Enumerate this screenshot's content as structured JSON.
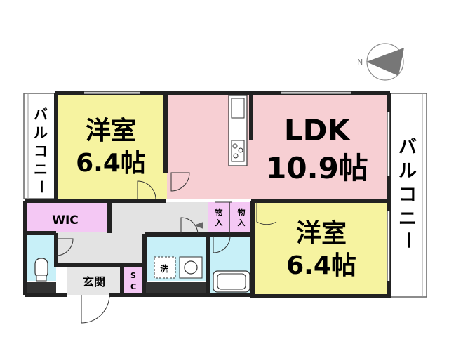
{
  "compass": {
    "north_label": "N"
  },
  "rooms": {
    "western_room_left": {
      "name": "洋室",
      "size": "6.4帖"
    },
    "ldk": {
      "name": "LDK",
      "size": "10.9帖"
    },
    "western_room_right": {
      "name": "洋室",
      "size": "6.4帖"
    },
    "wic": {
      "name": "WIC"
    },
    "entrance": {
      "name": "玄関"
    },
    "shoe_closet": {
      "line1": "S",
      "line2": "C"
    },
    "storage_1": {
      "line1": "物",
      "line2": "入"
    },
    "storage_2": {
      "line1": "物",
      "line2": "入"
    },
    "washer": {
      "name": "洗"
    }
  },
  "balconies": {
    "left": [
      "バ",
      "ル",
      "コ",
      "ニ",
      "ー"
    ],
    "right": [
      "バ",
      "ル",
      "コ",
      "ニ",
      "ー"
    ]
  },
  "colors": {
    "western_room": "#f6f3a0",
    "ldk": "#f7cfd3",
    "wic": "#f4c8f4",
    "corridor": "#e3e3e3",
    "wet_area": "#c8f0f8",
    "wall": "#222222"
  }
}
